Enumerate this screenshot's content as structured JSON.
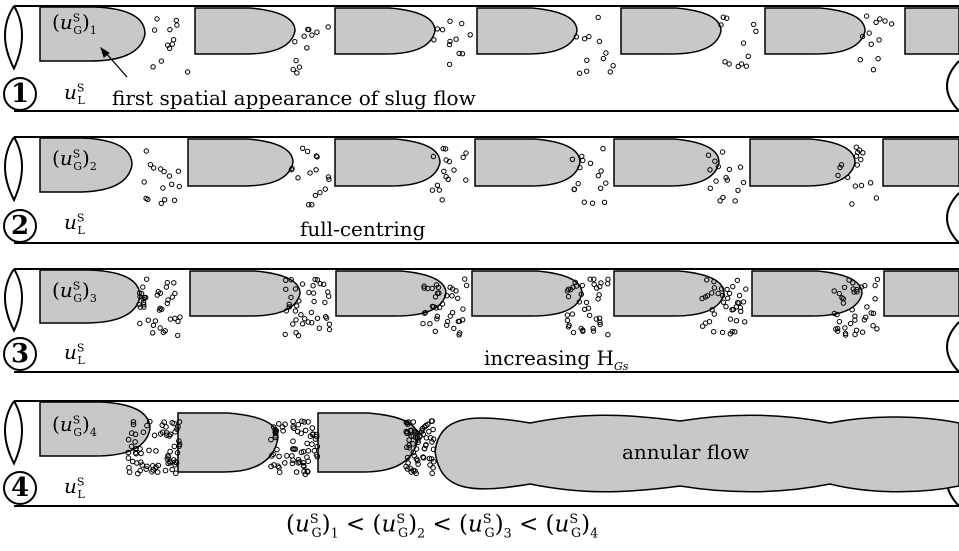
{
  "panels": [
    {
      "number": "1",
      "gas_label": "(u_G^S)_1",
      "gas_label_html_idx": "1",
      "liquid_label": "u_L^S",
      "annotation": "first spatial appearance of slug flow"
    },
    {
      "number": "2",
      "gas_label_html_idx": "2",
      "liquid_label": "u_L^S",
      "annotation": "full-centring"
    },
    {
      "number": "3",
      "gas_label_html_idx": "3",
      "liquid_label": "u_L^S",
      "annotation": "increasing H",
      "annotation_sub": "Gs"
    },
    {
      "number": "4",
      "gas_label_html_idx": "4",
      "liquid_label": "u_L^S",
      "annotation": "annular flow"
    }
  ],
  "bottom_equation": "(u_G^S)_1 < (u_G^S)_2 < (u_G^S)_3 < (u_G^S)_4",
  "colors": {
    "bubble_fill": "#c8c8c8",
    "stroke": "#000000",
    "background": "#ffffff"
  }
}
